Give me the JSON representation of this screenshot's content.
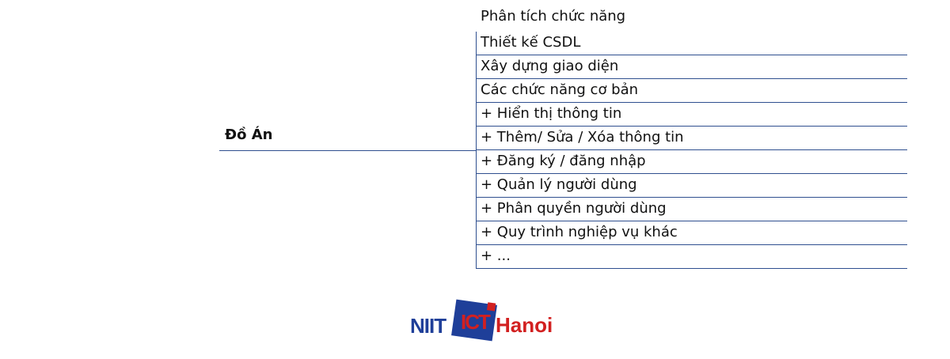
{
  "root": {
    "label": "Đồ Án"
  },
  "branches": [
    "Phân tích chức năng",
    "Thiết kế CSDL",
    "Xây dựng giao diện",
    "Các chức năng cơ bản",
    "+ Hiển thị thông tin",
    "+ Thêm/ Sửa / Xóa thông tin",
    "+ Đăng ký / đăng nhập",
    "+ Quản lý người dùng",
    "+ Phân quyền người dùng",
    "+ Quy trình nghiệp vụ khác",
    "+ ..."
  ],
  "logo": {
    "left_text": "NIIT",
    "mark_text": "ICT",
    "right_text": "Hanoi"
  },
  "colors": {
    "line": "#2f4f8f",
    "logo_blue": "#1f3f99",
    "logo_red": "#d22020"
  }
}
